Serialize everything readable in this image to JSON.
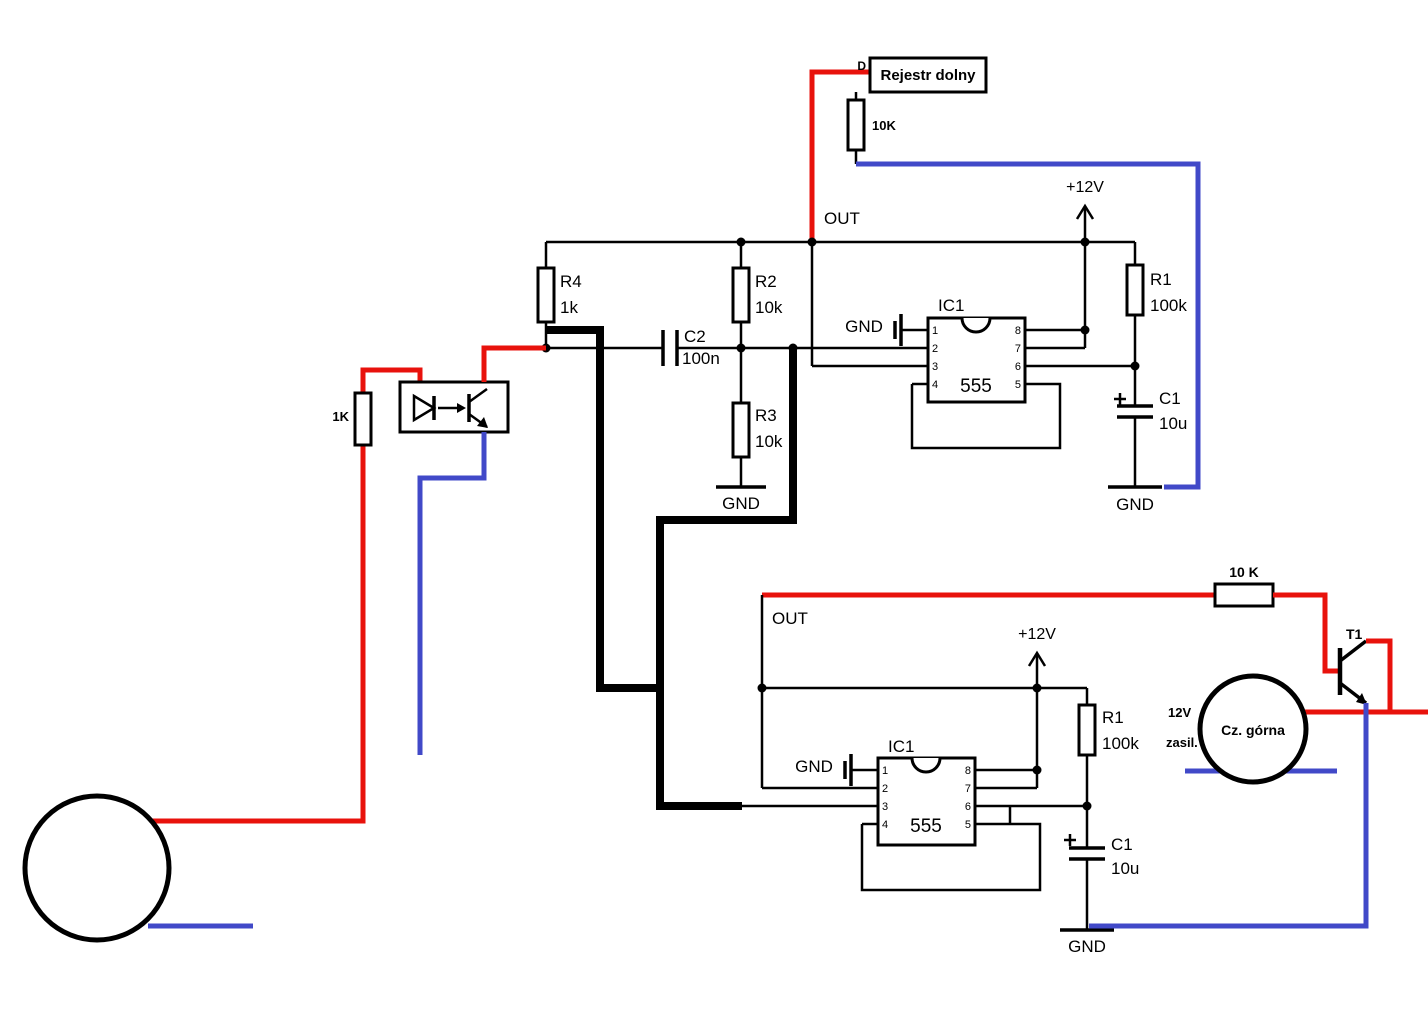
{
  "colors": {
    "wire_red": "#e8120c",
    "wire_blue": "#4149c8",
    "wire_black": "#000000"
  },
  "register": {
    "label": "Rejestr dolny",
    "pin": "D",
    "resistor": "10K"
  },
  "timer_top": {
    "out": "OUT",
    "supply": "+12V",
    "r4": {
      "name": "R4",
      "value": "1k"
    },
    "r2": {
      "name": "R2",
      "value": "10k"
    },
    "r3": {
      "name": "R3",
      "value": "10k"
    },
    "c2": {
      "name": "C2",
      "value": "100n"
    },
    "r1": {
      "name": "R1",
      "value": "100k"
    },
    "c1": {
      "name": "C1",
      "value": "10u"
    },
    "ic": {
      "name": "IC1",
      "part": "555"
    },
    "gnd_ic": "GND",
    "gnd_r3": "GND",
    "gnd_c1": "GND",
    "pins_left": [
      "1",
      "2",
      "3",
      "4"
    ],
    "pins_right": [
      "8",
      "7",
      "6",
      "5"
    ]
  },
  "opto": {
    "resistor": "1K"
  },
  "timer_bottom": {
    "out": "OUT",
    "supply": "+12V",
    "r1": {
      "name": "R1",
      "value": "100k"
    },
    "c1": {
      "name": "C1",
      "value": "10u"
    },
    "ic": {
      "name": "IC1",
      "part": "555"
    },
    "gnd_ic": "GND",
    "gnd_c1": "GND",
    "series_resistor": "10 K",
    "transistor": "T1",
    "pins_left": [
      "1",
      "2",
      "3",
      "4"
    ],
    "pins_right": [
      "8",
      "7",
      "6",
      "5"
    ]
  },
  "sensor_top": {
    "label": "Cz. górna",
    "supply_line1": "12V",
    "supply_line2": "zasil."
  }
}
